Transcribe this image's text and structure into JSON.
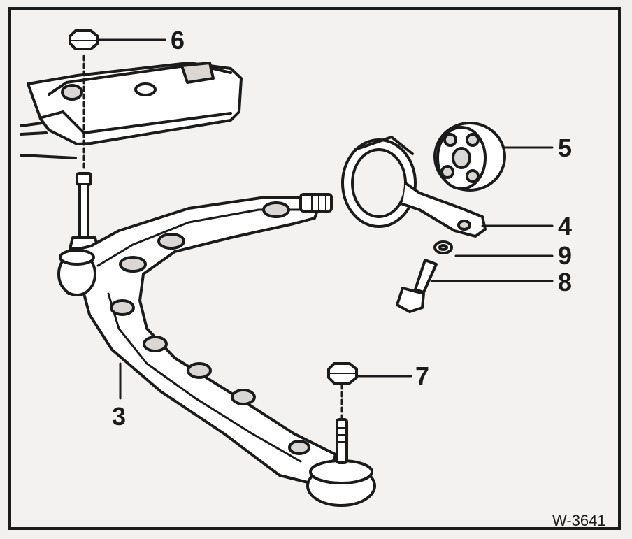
{
  "figure": {
    "code": "W-3641",
    "callouts": [
      {
        "id": "6",
        "label": "6"
      },
      {
        "id": "5",
        "label": "5"
      },
      {
        "id": "4",
        "label": "4"
      },
      {
        "id": "9",
        "label": "9"
      },
      {
        "id": "8",
        "label": "8"
      },
      {
        "id": "7",
        "label": "7"
      },
      {
        "id": "3",
        "label": "3"
      }
    ]
  },
  "colors": {
    "ink": "#1b1b1b",
    "part_fill": "#ffffff",
    "shade": "#d9d6d4",
    "background": "#f4f2f1"
  }
}
